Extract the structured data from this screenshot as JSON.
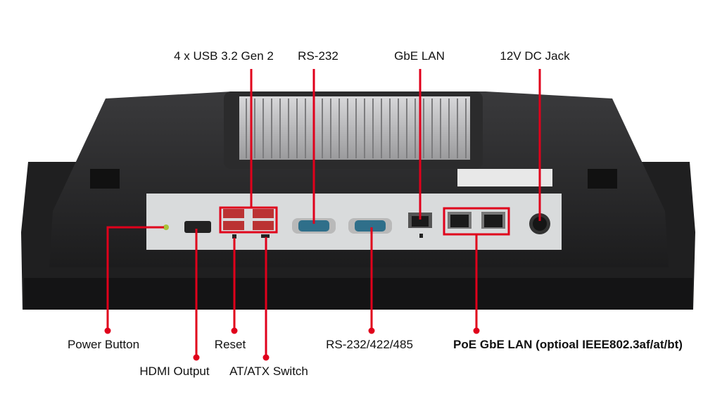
{
  "title": "Rear I/O diagram",
  "accent_color": "#e0001b",
  "labels": {
    "usb": "4 x USB 3.2 Gen 2",
    "rs232": "RS-232",
    "gbe_lan": "GbE LAN",
    "dc_jack": "12V DC Jack",
    "power_button": "Power Button",
    "hdmi": "HDMI Output",
    "reset": "Reset",
    "atatx": "AT/ATX Switch",
    "rs232_422_485": "RS-232/422/485",
    "poe": "PoE GbE LAN (optioal IEEE802.3af/at/bt)"
  }
}
